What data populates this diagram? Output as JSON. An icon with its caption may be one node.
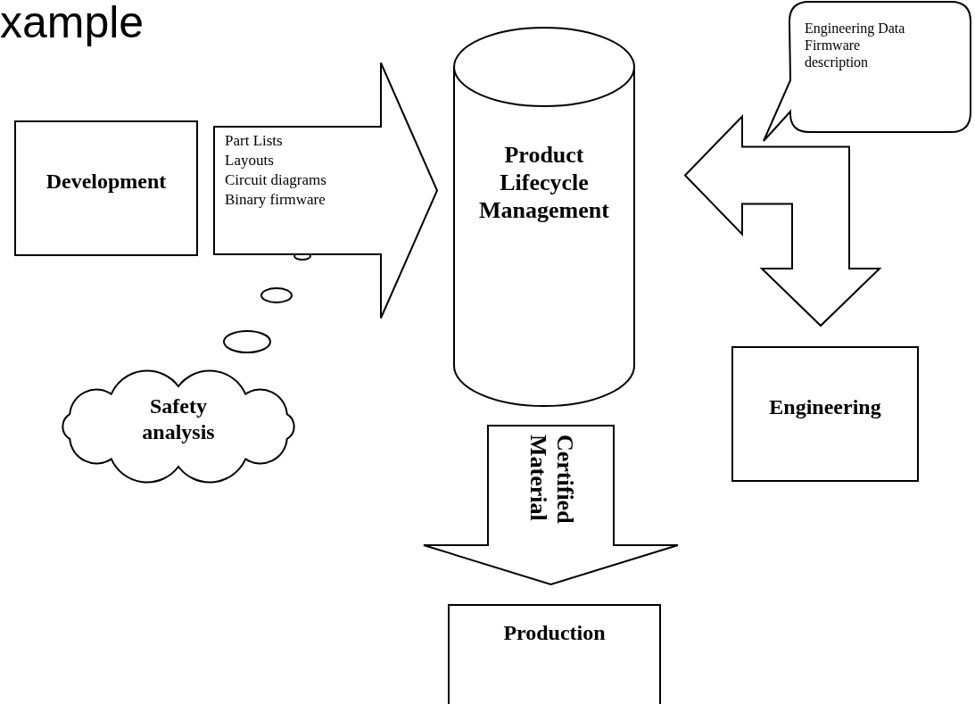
{
  "diagram": {
    "title": "xample",
    "nodes": [
      {
        "text": [
          "Development"
        ]
      },
      {
        "text": [
          "Product Lifecycle Management"
        ]
      },
      {
        "text": [
          "Engineering Data",
          "Firmware description"
        ]
      },
      {
        "text": [
          "Engineering"
        ]
      },
      {
        "text": [
          "Safety analysis"
        ]
      },
      {
        "text": [
          "Production"
        ]
      }
    ],
    "edges": [
      {
        "from": 0,
        "to": 1,
        "arrow": "to"
      },
      {
        "from": 1,
        "to": 3,
        "arrow": "both"
      },
      {
        "from": 1,
        "to": 5,
        "arrow": "to",
        "label": "Certified Material"
      }
    ],
    "labels": [
      "Part Lists",
      "Layouts",
      "Circuit diagrams",
      "Binary firmware"
    ]
  }
}
